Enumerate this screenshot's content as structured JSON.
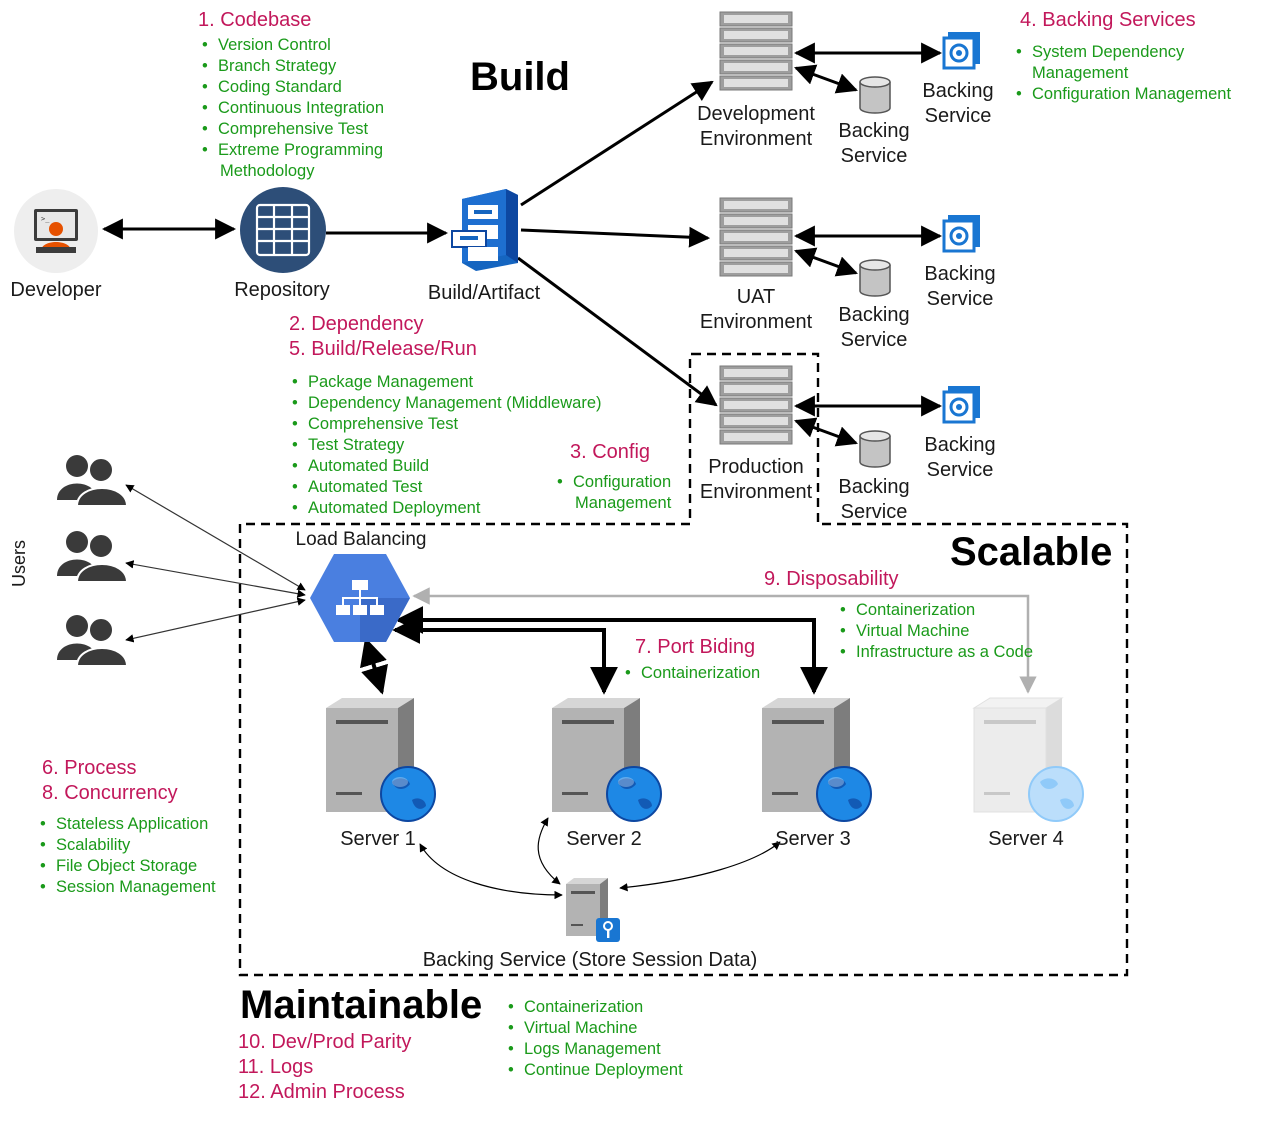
{
  "titles": {
    "build": "Build",
    "scalable": "Scalable",
    "maintainable": "Maintainable"
  },
  "nodes": {
    "developer": "Developer",
    "repository": "Repository",
    "build_artifact": "Build/Artifact",
    "dev_env": [
      "Development",
      "Environment"
    ],
    "uat_env": [
      "UAT",
      "Environment"
    ],
    "prod_env": [
      "Production",
      "Environment"
    ],
    "backing_service": [
      "Backing",
      "Service"
    ],
    "load_balancing": "Load Balancing",
    "users": "Users",
    "server1": "Server 1",
    "server2": "Server 2",
    "server3": "Server 3",
    "server4": "Server 4",
    "session_store": "Backing Service (Store Session Data)"
  },
  "sections": {
    "codebase": {
      "heading": "1. Codebase",
      "items": [
        "Version Control",
        "Branch Strategy",
        "Coding Standard",
        "Continuous Integration",
        "Comprehensive Test",
        "Extreme Programming",
        "Methodology"
      ]
    },
    "backing_services": {
      "heading": "4. Backing Services",
      "items": [
        "System Dependency",
        "Management",
        "Configuration Management"
      ]
    },
    "dependency": {
      "heading1": "2. Dependency",
      "heading2": "5. Build/Release/Run",
      "items": [
        "Package Management",
        "Dependency Management (Middleware)",
        "Comprehensive Test",
        "Test Strategy",
        "Automated Build",
        "Automated Test",
        "Automated Deployment"
      ]
    },
    "config": {
      "heading": "3. Config",
      "items": [
        "Configuration",
        "Management"
      ]
    },
    "disposability": {
      "heading": "9. Disposability",
      "items": [
        "Containerization",
        "Virtual Machine",
        "Infrastructure as a Code"
      ]
    },
    "port_binding": {
      "heading": "7. Port Biding",
      "items": [
        "Containerization"
      ]
    },
    "process": {
      "heading1": "6. Process",
      "heading2": "8. Concurrency",
      "items": [
        "Stateless Application",
        "Scalability",
        "File Object Storage",
        "Session Management"
      ]
    },
    "maintainable": {
      "headings": [
        "10. Dev/Prod Parity",
        "11. Logs",
        "12. Admin Process"
      ],
      "items": [
        "Containerization",
        "Virtual Machine",
        "Logs Management",
        "Continue Deployment"
      ]
    }
  },
  "colors": {
    "heading": "#c2185b",
    "bullet": "#1a9a1a",
    "lb": "#4a7fe0",
    "globe": "#1e88e5",
    "service_icon": "#1976d2"
  }
}
